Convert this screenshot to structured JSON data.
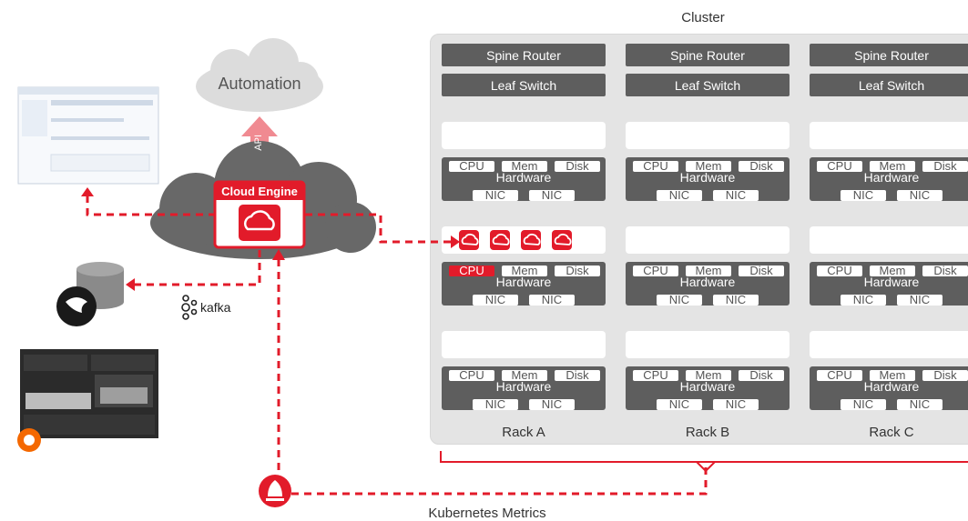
{
  "cluster": {
    "title": "Cluster",
    "spine_label": "Spine Router",
    "leaf_label": "Leaf Switch",
    "racks": [
      {
        "label": "Rack A"
      },
      {
        "label": "Rack B"
      },
      {
        "label": "Rack C"
      }
    ],
    "hardware": {
      "cpu": "CPU",
      "mem": "Mem",
      "disk": "Disk",
      "hw": "Hardware",
      "nic": "NIC"
    }
  },
  "automation": {
    "label": "Automation"
  },
  "api": {
    "label": "API"
  },
  "engine": {
    "label": "Cloud Engine"
  },
  "kafka": {
    "label": "kafka"
  },
  "metrics": {
    "label": "Kubernetes Metrics"
  },
  "colors": {
    "accent": "#e21b2a",
    "dark": "#5e5e5e",
    "cloud": "#686868",
    "panel": "#e4e4e4"
  },
  "icons": [
    "cloud-engine-icon",
    "kafka-icon",
    "prometheus-icon",
    "grafana-icon",
    "database-icon",
    "pod-icon"
  ]
}
